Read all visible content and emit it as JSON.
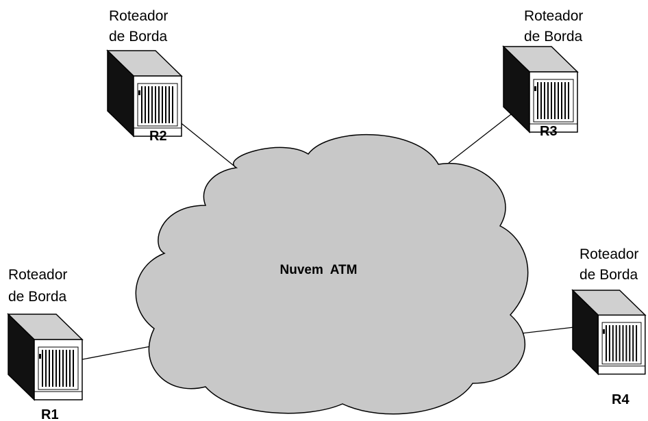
{
  "cloud": {
    "label": "Nuvem  ATM",
    "fill": "#c8c8c8"
  },
  "routers": [
    {
      "id": "R1",
      "caption_line1": "Roteador",
      "caption_line2": "de Borda"
    },
    {
      "id": "R2",
      "caption_line1": "Roteador",
      "caption_line2": "de Borda"
    },
    {
      "id": "R3",
      "caption_line1": "Roteador",
      "caption_line2": "de Borda"
    },
    {
      "id": "R4",
      "caption_line1": "Roteador",
      "caption_line2": "de Borda"
    }
  ],
  "colors": {
    "device_dark": "#1a1a1a",
    "device_light": "#ffffff",
    "line": "#000000"
  }
}
